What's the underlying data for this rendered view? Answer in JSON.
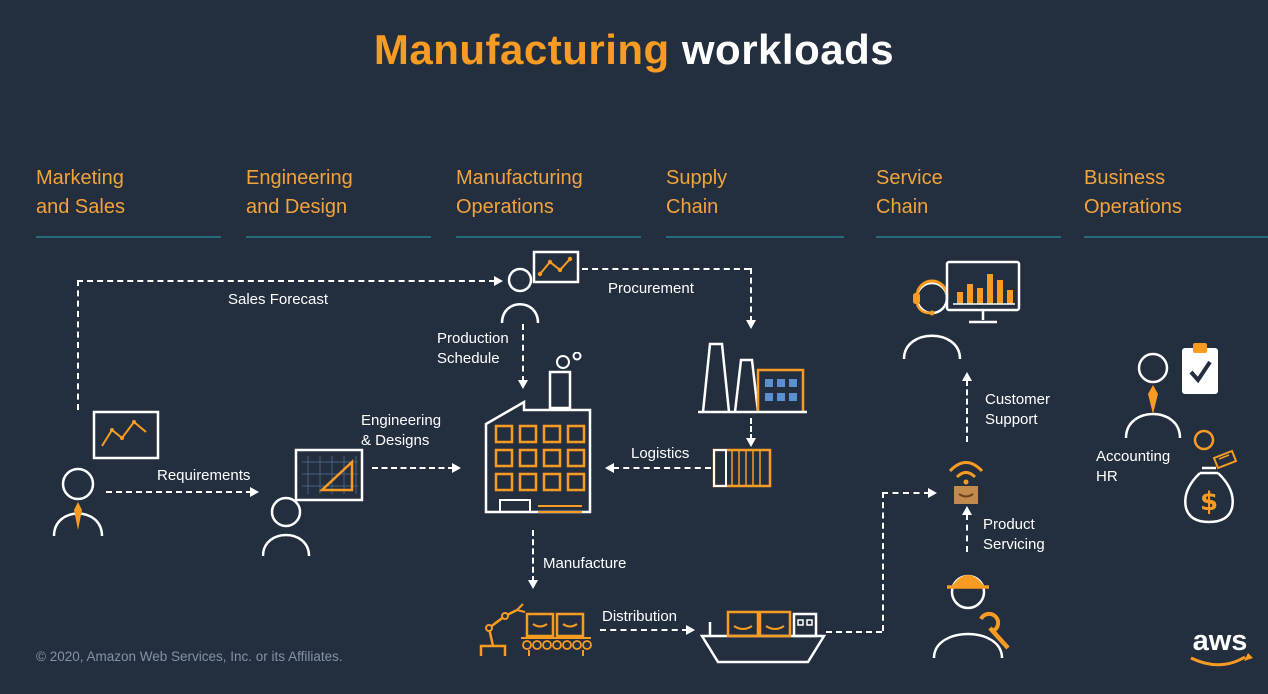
{
  "title": {
    "highlight": "Manufacturing",
    "rest": " workloads"
  },
  "columns": [
    {
      "label": "Marketing\nand Sales"
    },
    {
      "label": "Engineering\nand Design"
    },
    {
      "label": "Manufacturing\nOperations"
    },
    {
      "label": "Supply\nChain"
    },
    {
      "label": "Service\nChain"
    },
    {
      "label": "Business\nOperations"
    }
  ],
  "flows": {
    "sales_forecast": "Sales Forecast",
    "procurement": "Procurement",
    "production_schedule": "Production\nSchedule",
    "requirements": "Requirements",
    "engineering_designs": "Engineering\n& Designs",
    "logistics": "Logistics",
    "manufacture": "Manufacture",
    "distribution": "Distribution",
    "customer_support": "Customer\nSupport",
    "product_servicing": "Product\nServicing",
    "accounting_hr": "Accounting\nHR"
  },
  "footer": {
    "copyright": "© 2020, Amazon Web Services, Inc. or its Affiliates."
  },
  "logo": {
    "text": "aws"
  },
  "icons": [
    "forecast-person-icon",
    "marketing-person-icon",
    "engineer-person-icon",
    "factory-icon",
    "plant-icon",
    "container-icon",
    "ship-icon",
    "robot-conveyor-icon",
    "service-agent-icon",
    "dashboard-monitor-icon",
    "wifi-box-icon",
    "service-technician-icon",
    "business-person-icon",
    "clipboard-check-icon",
    "money-bag-icon",
    "aws-logo"
  ],
  "colors": {
    "background": "#232F3E",
    "accent_orange": "#F79B23",
    "header_orange": "#F2A33C",
    "rule_teal": "#256B7B",
    "text_white": "#FFFFFF",
    "muted_gray": "#8293A6"
  }
}
